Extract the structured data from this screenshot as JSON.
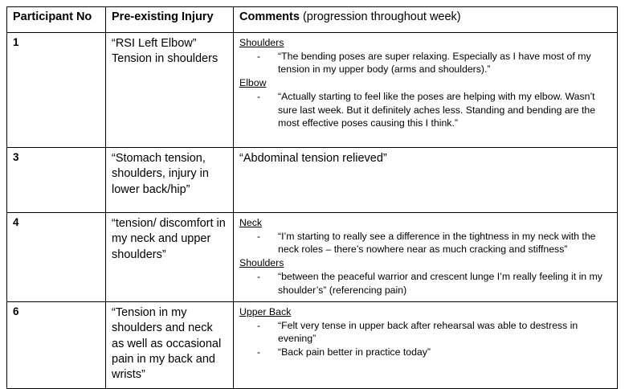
{
  "table": {
    "columns": [
      {
        "id": "participant-no",
        "label": "Participant No"
      },
      {
        "id": "pre-existing-injury",
        "label": "Pre-existing Injury"
      },
      {
        "id": "comments",
        "label_bold": "Comments",
        "label_regular": " (progression throughout week)"
      }
    ],
    "rows": [
      {
        "participant_no": "1",
        "injury": "“RSI Left Elbow” Tension in shoulders",
        "comment_style": "grouped",
        "groups": [
          {
            "title": "Shoulders",
            "bullets": [
              "“The bending poses are super relaxing. Especially as I have most of my tension in my upper body (arms and shoulders).”"
            ]
          },
          {
            "title": "Elbow",
            "bullets": [
              "“Actually starting to feel like the poses are helping with my elbow. Wasn’t sure last week. But it definitely aches less. Standing and bending are the most effective poses causing this I think.”"
            ]
          }
        ]
      },
      {
        "participant_no": "3",
        "injury": "“Stomach tension, shoulders, injury in lower back/hip”",
        "comment_style": "plain",
        "plain_comment": "“Abdominal tension relieved”"
      },
      {
        "participant_no": "4",
        "injury": "“tension/ discomfort in my neck and upper shoulders”",
        "comment_style": "grouped",
        "groups": [
          {
            "title": "Neck",
            "bullets": [
              "“I’m starting to really see a difference in the tightness in my neck with the neck roles – there’s nowhere near as much cracking and stiffness”"
            ]
          },
          {
            "title": "Shoulders",
            "bullets": [
              "“between the peaceful warrior and crescent lunge I’m really feeling it in my shoulder’s” (referencing pain)"
            ]
          }
        ]
      },
      {
        "participant_no": "6",
        "injury": "“Tension in my shoulders and neck as well as occasional pain in my back and wrists”",
        "comment_style": "grouped",
        "groups": [
          {
            "title": "Upper Back",
            "bullets": [
              "“Felt very tense in upper back after rehearsal was able to destress in evening”",
              "“Back pain better in practice today”"
            ]
          }
        ]
      }
    ],
    "bullet_marker": "-"
  }
}
